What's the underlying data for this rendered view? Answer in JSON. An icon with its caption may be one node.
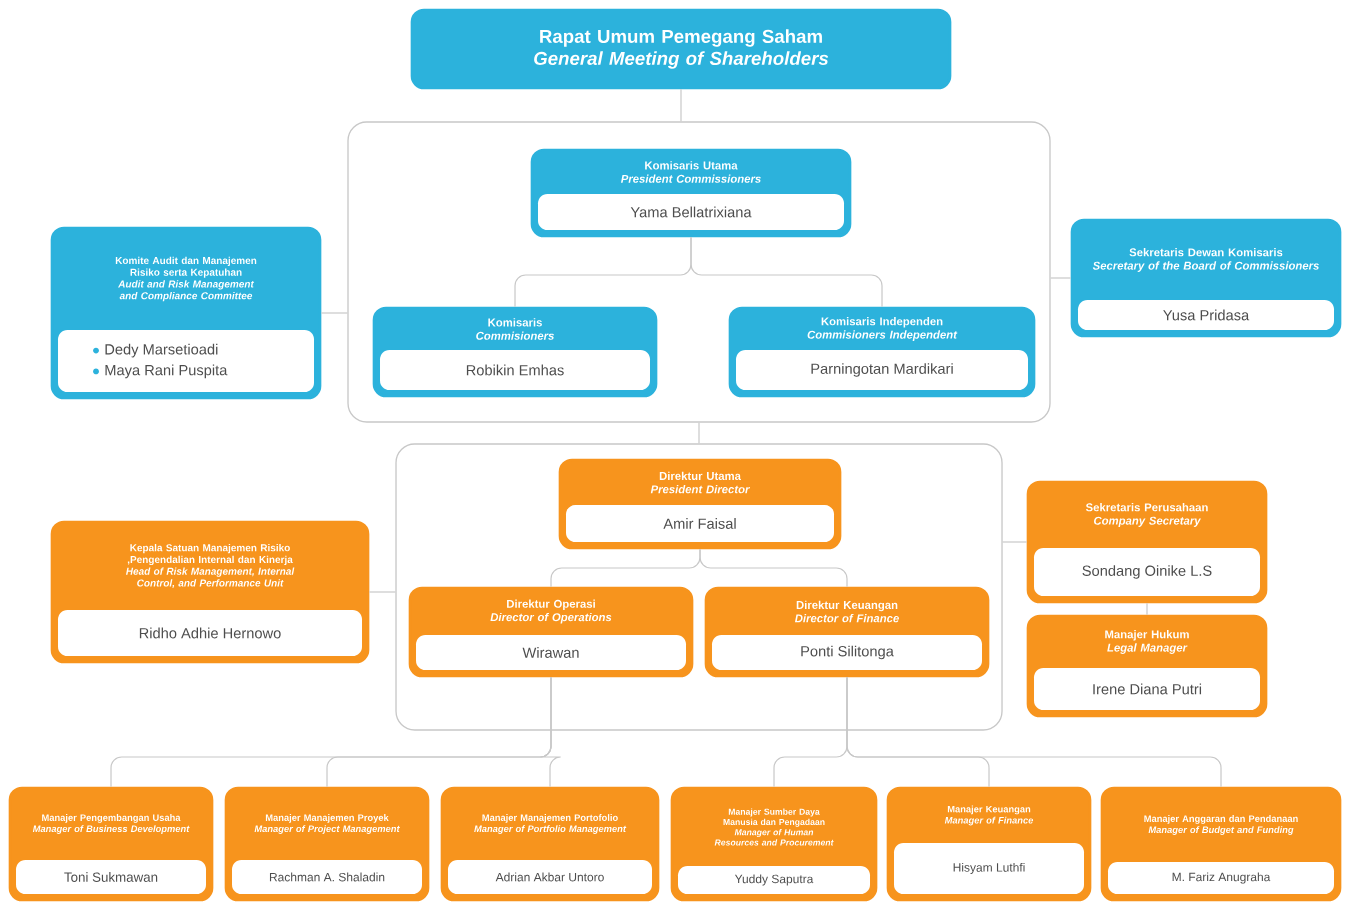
{
  "diagram": {
    "nodes": [
      {
        "text": [
          "Rapat Umum Pemegang Saham",
          "General Meeting of Shareholders"
        ]
      },
      {
        "text": [],
        "shape": "box"
      },
      {
        "text": [
          "Komisaris Utama",
          "President Commissioners",
          "Yama Bellatrixiana"
        ],
        "in": 1
      },
      {
        "text": [
          "Komisaris",
          "Commisioners",
          "Robikin Emhas"
        ],
        "in": 1
      },
      {
        "text": [
          "Komisaris Independen",
          "Commisioners Independent",
          "Parningotan Mardikari"
        ],
        "in": 1
      },
      {
        "text": [
          "Komite Audit dan Manajemen Risiko serta Kepatuhan",
          "Audit and Risk Management and Compliance Committee",
          "Dedy Marsetioadi",
          "Maya Rani Puspita"
        ]
      },
      {
        "text": [
          "Sekretaris Dewan Komisaris",
          "Secretary of the Board of Commissioners",
          "Yusa Pridasa"
        ]
      },
      {
        "text": [],
        "shape": "box"
      },
      {
        "text": [
          "Direktur Utama",
          "President Director",
          "Amir Faisal"
        ],
        "in": 7
      },
      {
        "text": [
          "Direktur Operasi",
          "Director of Operations",
          "Wirawan"
        ],
        "in": 7
      },
      {
        "text": [
          "Direktur Keuangan",
          "Director of Finance",
          "Ponti Silitonga"
        ],
        "in": 7
      },
      {
        "text": [
          "Kepala Satuan Manajemen Risiko ,Pengendalian Internal dan Kinerja",
          "Head of Risk Management, Internal Control, and Performance Unit",
          "Ridho Adhie Hernowo"
        ]
      },
      {
        "text": [
          "Sekretaris Perusahaan",
          "Company Secretary",
          "Sondang Oinike L.S"
        ]
      },
      {
        "text": [
          "Manajer Hukum",
          "Legal Manager",
          "Irene Diana Putri"
        ]
      },
      {
        "text": [
          "Manajer Pengembangan Usaha",
          "Manager of Business Development",
          "Toni Sukmawan"
        ]
      },
      {
        "text": [
          "Manajer Manajemen Proyek",
          "Manager of Project Management",
          "Rachman A. Shaladin"
        ]
      },
      {
        "text": [
          "Manajer Manajemen Portofolio",
          "Manager of Portfolio Management",
          "Adrian Akbar Untoro"
        ]
      },
      {
        "text": [
          "Manajer Sumber Daya Manusia dan Pengadaan",
          "Manager of Human Resources and Procurement",
          "Yuddy Saputra"
        ]
      },
      {
        "text": [
          "Manajer Keuangan",
          "Manager of Finance",
          "Hisyam Luthfi"
        ]
      },
      {
        "text": [
          "Manajer Anggaran dan Pendanaan",
          "Manager of Budget and Funding",
          "M. Fariz Anugraha"
        ]
      }
    ],
    "edges": [
      {
        "from": 0,
        "to": 1,
        "arrow": "none"
      },
      {
        "from": 1,
        "to": 5,
        "arrow": "none"
      },
      {
        "from": 1,
        "to": 6,
        "arrow": "none"
      },
      {
        "from": 2,
        "to": 3,
        "arrow": "none"
      },
      {
        "from": 2,
        "to": 4,
        "arrow": "none"
      },
      {
        "from": 1,
        "to": 7,
        "arrow": "none"
      },
      {
        "from": 8,
        "to": 9,
        "arrow": "none"
      },
      {
        "from": 8,
        "to": 10,
        "arrow": "none"
      },
      {
        "from": 7,
        "to": 11,
        "arrow": "none"
      },
      {
        "from": 7,
        "to": 12,
        "arrow": "none"
      },
      {
        "from": 12,
        "to": 13,
        "arrow": "none"
      },
      {
        "from": 9,
        "to": 14,
        "arrow": "none"
      },
      {
        "from": 9,
        "to": 15,
        "arrow": "none"
      },
      {
        "from": 9,
        "to": 16,
        "arrow": "none"
      },
      {
        "from": 10,
        "to": 17,
        "arrow": "none"
      },
      {
        "from": 10,
        "to": 18,
        "arrow": "none"
      },
      {
        "from": 10,
        "to": 19,
        "arrow": "none"
      }
    ]
  }
}
